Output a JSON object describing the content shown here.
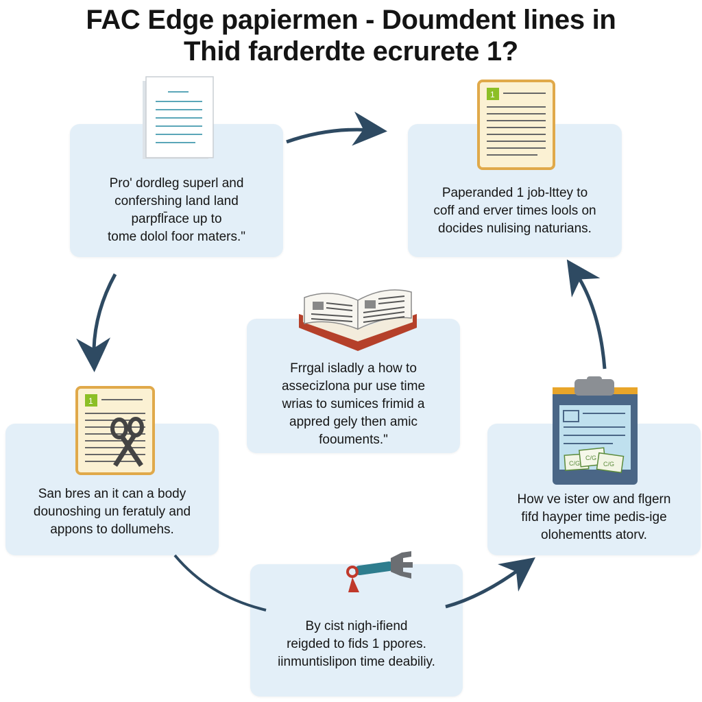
{
  "title": {
    "line1": "FAC Edge papiermen - Doumdent lines in",
    "line2": "Thid farderdte ecrurete 1?"
  },
  "colors": {
    "card_bg": "#e3eff8",
    "arrow": "#2e4a62",
    "paper_yellow": "#fbf1d3",
    "paper_border": "#e0a94a",
    "badge_green": "#8cbf26",
    "book_red": "#b5402a",
    "clipboard_blue": "#4a6686"
  },
  "cards": {
    "top_left": {
      "icon": "document-icon",
      "lines": [
        "Pro' dordleg superl and",
        "confershing land land",
        "parpflr̄ace up to",
        "tome dolol foor maters.\""
      ]
    },
    "top_right": {
      "icon": "checklist-document-icon",
      "badge": "1",
      "lines": [
        "Paperanded 1 job-lttey to",
        "coff and erver times lools on",
        "docides nulising naturians."
      ]
    },
    "center": {
      "icon": "open-book-icon",
      "lines": [
        "Frrgal isladly a how to",
        "assecizlona pur use time",
        "wrias to sumices frimid a",
        "appred gely then amic",
        "foouments.\""
      ]
    },
    "middle_left": {
      "icon": "scissors-document-icon",
      "badge": "1",
      "lines": [
        "San bres an it can a body",
        "dounoshing un feratuly and",
        "appons to dollumehs."
      ]
    },
    "middle_right": {
      "icon": "clipboard-icon",
      "card_labels": [
        "C/G",
        "C/G",
        "C/G"
      ],
      "lines": [
        "How ve ister ow and flgern",
        "fifd hayper time pedis-ige",
        "olohementts atorv."
      ]
    },
    "bottom_center": {
      "icon": "wrench-tool-icon",
      "lines": [
        "By cist nigh-ifiend",
        "reigded to fids 1 ppores.",
        "iinmuntislipon time deabiliy."
      ]
    }
  }
}
